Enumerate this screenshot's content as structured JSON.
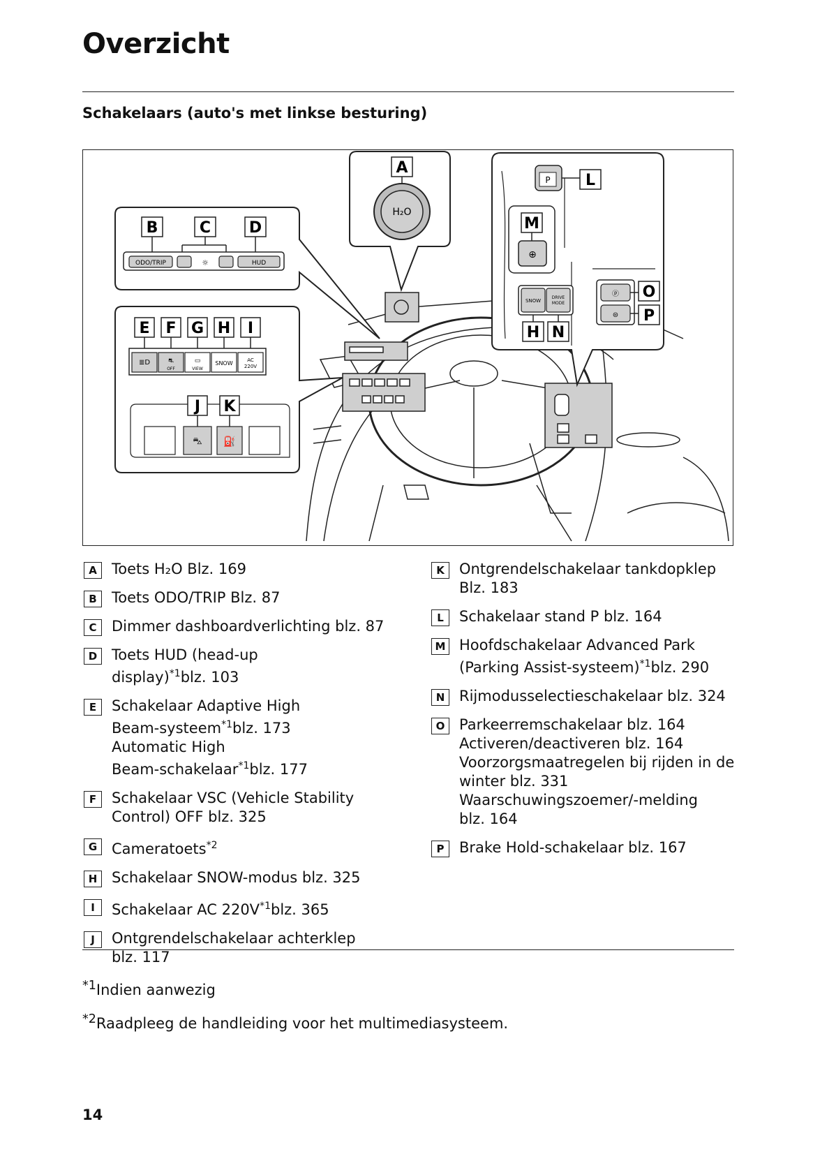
{
  "header": {
    "title": "Overzicht",
    "subtitle": "Schakelaars (auto's met linkse besturing)"
  },
  "figure": {
    "callouts": [
      "A",
      "B",
      "C",
      "D",
      "E",
      "F",
      "G",
      "H",
      "I",
      "J",
      "K",
      "L",
      "M",
      "N",
      "O",
      "P"
    ],
    "panel_labels": {
      "odo_trip": "ODO/TRIP",
      "hud": "HUD",
      "h2o": "H₂O",
      "snow": "SNOW",
      "snow_small": "SNOW",
      "drive_mode_1": "DRIVE",
      "drive_mode_2": "MODE",
      "off": "OFF",
      "view": "VIEW",
      "ac_1": "AC",
      "ac_2": "220V",
      "p": "P"
    }
  },
  "legend_left": [
    {
      "key": "A",
      "lines": [
        "Toets H₂O Blz. 169"
      ]
    },
    {
      "key": "B",
      "lines": [
        "Toets ODO/TRIP Blz. 87"
      ]
    },
    {
      "key": "C",
      "lines": [
        "Dimmer dashboardverlichting blz. 87"
      ]
    },
    {
      "key": "D",
      "lines": [
        "Toets HUD (head-up",
        "display)*1blz. 103"
      ]
    },
    {
      "key": "E",
      "lines": [
        "Schakelaar Adaptive High",
        "Beam-systeem*1blz. 173",
        "Automatic High",
        "Beam-schakelaar*1blz. 177"
      ]
    },
    {
      "key": "F",
      "lines": [
        "Schakelaar VSC (Vehicle Stability",
        "Control) OFF blz. 325"
      ]
    },
    {
      "key": "G",
      "lines": [
        "Cameratoets*2"
      ]
    },
    {
      "key": "H",
      "lines": [
        "Schakelaar SNOW-modus blz. 325"
      ]
    },
    {
      "key": "I",
      "lines": [
        "Schakelaar AC 220V*1blz. 365"
      ]
    },
    {
      "key": "J",
      "lines": [
        "Ontgrendelschakelaar achterklep",
        "blz. 117"
      ]
    }
  ],
  "legend_right": [
    {
      "key": "K",
      "lines": [
        "Ontgrendelschakelaar tankdopklep",
        "Blz. 183"
      ]
    },
    {
      "key": "L",
      "lines": [
        "Schakelaar stand P blz. 164"
      ]
    },
    {
      "key": "M",
      "lines": [
        "Hoofdschakelaar Advanced Park",
        "(Parking Assist-systeem)*1blz. 290"
      ]
    },
    {
      "key": "N",
      "lines": [
        "Rijmodusselectieschakelaar blz. 324"
      ]
    },
    {
      "key": "O",
      "lines": [
        "Parkeerremschakelaar blz. 164",
        "Activeren/deactiveren blz. 164",
        "Voorzorgsmaatregelen bij rijden in de",
        "winter blz. 331",
        "Waarschuwingszoemer/-melding",
        "blz. 164"
      ]
    },
    {
      "key": "P",
      "lines": [
        "Brake Hold-schakelaar blz. 167"
      ]
    }
  ],
  "footnotes": [
    "*1Indien aanwezig",
    "*2Raadpleeg de handleiding voor het multimediasysteem."
  ],
  "page_number": "14"
}
